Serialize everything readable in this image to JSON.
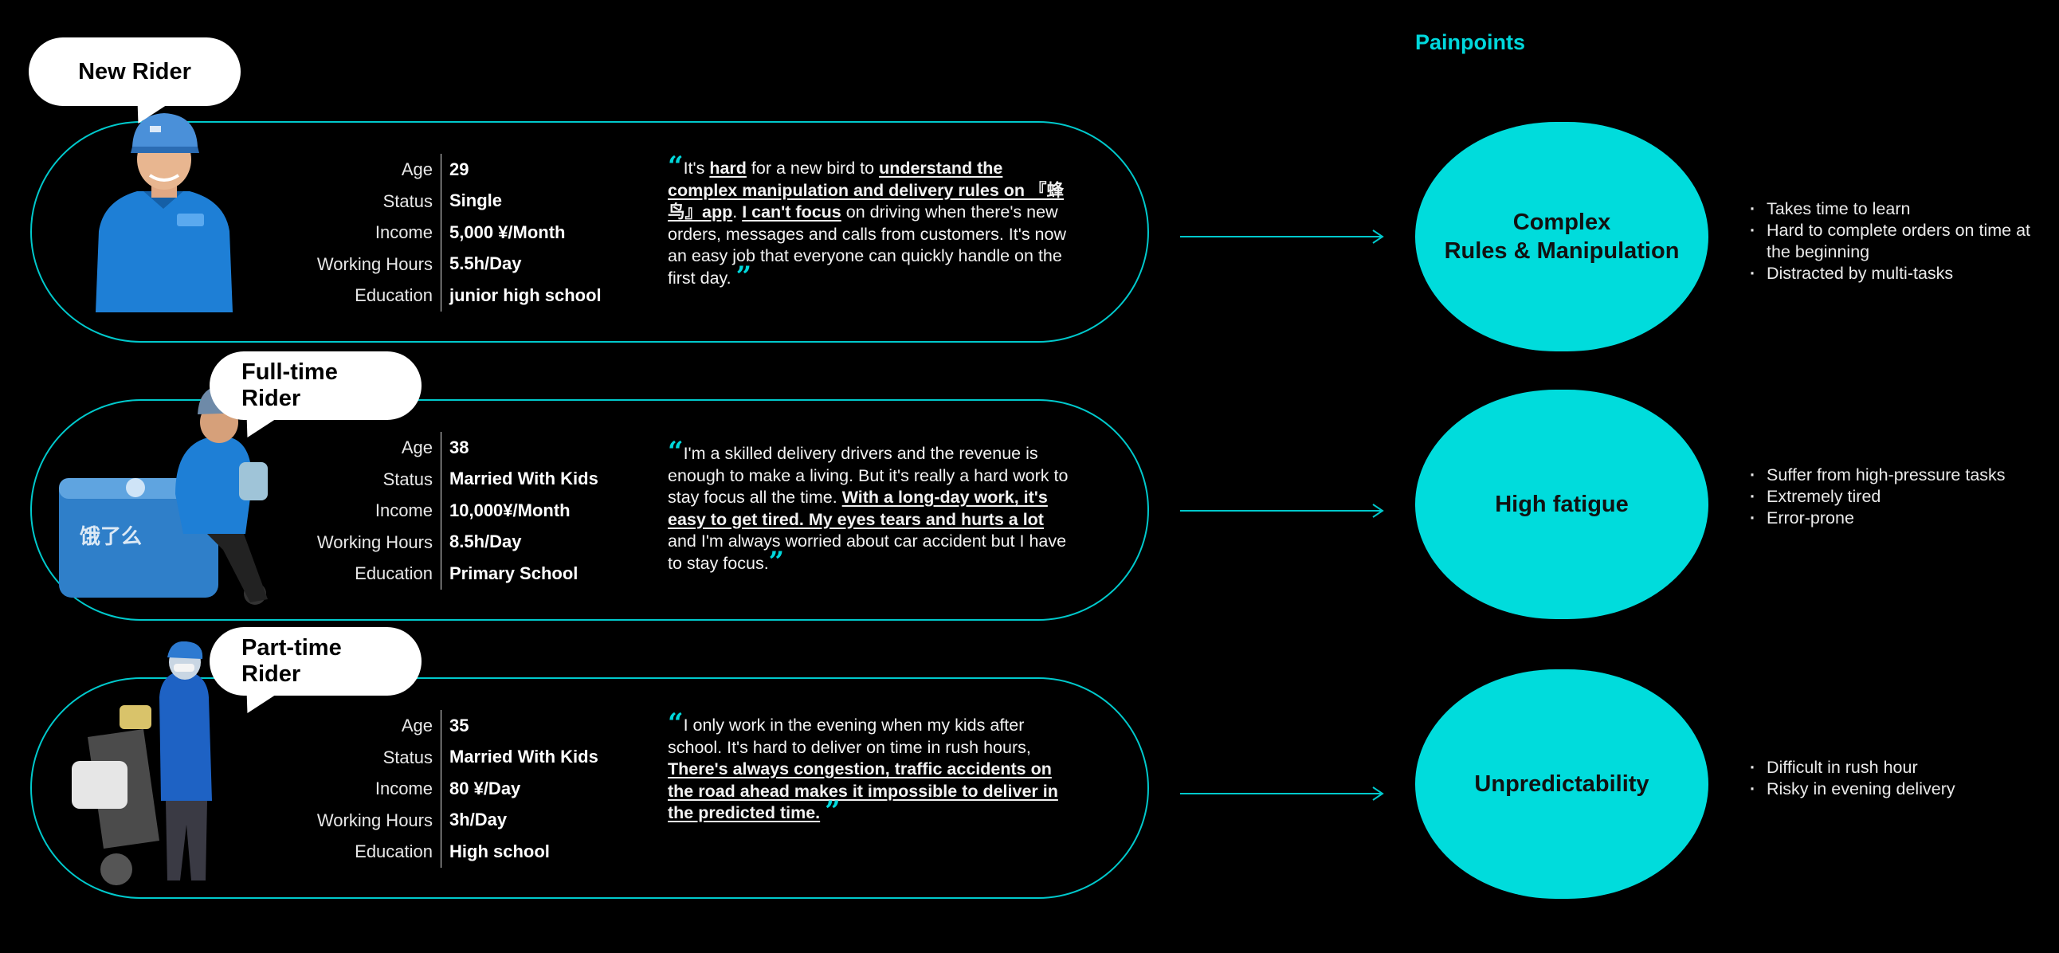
{
  "header": {
    "title": "Painpoints"
  },
  "info_labels": {
    "age": "Age",
    "status": "Status",
    "income": "Income",
    "hours": "Working Hours",
    "education": "Education"
  },
  "riders": [
    {
      "name": "New Rider",
      "age": "29",
      "status": "Single",
      "income": "5,000 ¥/Month",
      "hours": "5.5h/Day",
      "education": "junior high school",
      "quote": {
        "p1": "It's ",
        "u1": "hard",
        "p2": " for a new bird to ",
        "u2": "understand the complex manipulation and delivery rules on 『蜂鸟』app",
        "p3": ". ",
        "u3": "I can't focus",
        "p4": " on driving when there's new orders, messages and calls from customers. It's now an easy job that everyone can quickly handle on the first day."
      }
    },
    {
      "name": "Full-time Rider",
      "age": "38",
      "status": "Married With Kids",
      "income": "10,000¥/Month",
      "hours": "8.5h/Day",
      "education": "Primary School",
      "quote": {
        "p1": "I'm a skilled delivery drivers and the revenue is enough to make a living. But it's really a hard work to stay focus all the time. ",
        "u1": "With a long-day work, it's easy to get tired. My eyes tears and hurts a lot",
        "p2": " and I'm always worried about car accident but I have to stay focus."
      }
    },
    {
      "name": "Part-time Rider",
      "age": "35",
      "status": "Married With Kids",
      "income": "80 ¥/Day",
      "hours": "3h/Day",
      "education": "High school",
      "quote": {
        "p1": "I only work in the evening when my kids after school. It's hard to deliver on time in rush hours, ",
        "u1": "There's always congestion, traffic accidents on the road ahead makes it impossible to deliver in the predicted time."
      }
    }
  ],
  "painpoints": [
    {
      "title_line1": "Complex",
      "title_line2": "Rules & Manipulation",
      "bullets": [
        "Takes time to learn",
        "Hard to complete orders on time at the beginning",
        "Distracted by multi-tasks"
      ]
    },
    {
      "title_line1": "High fatigue",
      "title_line2": "",
      "bullets": [
        "Suffer from high-pressure tasks",
        "Extremely tired",
        "Error-prone"
      ]
    },
    {
      "title_line1": "Unpredictability",
      "title_line2": "",
      "bullets": [
        "Difficult in rush hour",
        "Risky in evening delivery"
      ]
    }
  ],
  "colors": {
    "accent": "#00d8dc",
    "background": "#000000",
    "bubble": "#ffffff",
    "rider_uniform": "#1e7fd6"
  }
}
